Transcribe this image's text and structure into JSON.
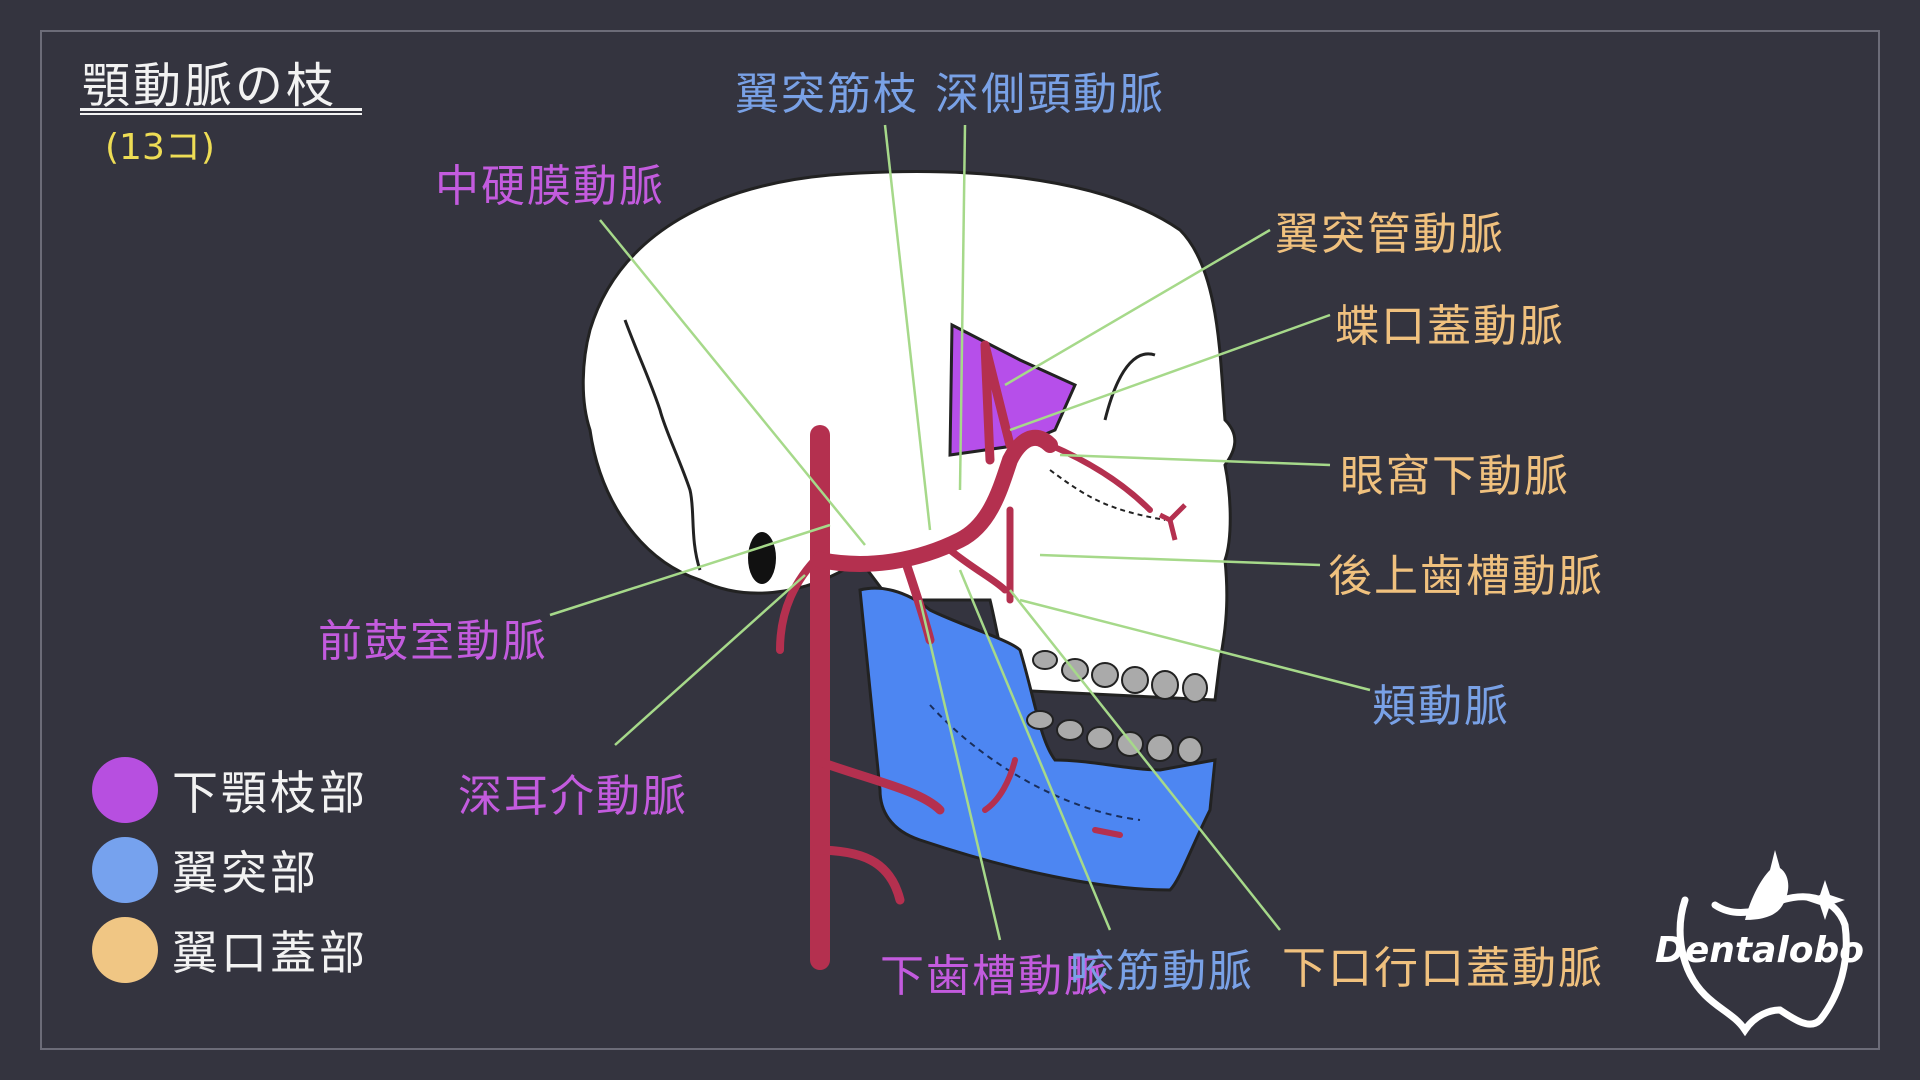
{
  "title": "顎動脈の枝",
  "count": "(13コ)",
  "labels": {
    "mmca": "中硬膜動脈",
    "pterygoid_branch": "翼突筋枝",
    "deep_temporal": "深側頭動脈",
    "pterygoid_canal": "翼突管動脈",
    "sphenopalatine": "蝶口蓋動脈",
    "infraorbital": "眼窩下動脈",
    "posterior_superior_alveolar": "後上歯槽動脈",
    "buccal": "頬動脈",
    "anterior_tympanic": "前鼓室動脈",
    "deep_auricular": "深耳介動脈",
    "inferior_alveolar": "下歯槽動脈",
    "masseteric": "咬筋動脈",
    "descending_palatine": "下口行口蓋動脈"
  },
  "legend": [
    {
      "label": "下顎枝部",
      "color": "#b74fe0"
    },
    {
      "label": "翼突部",
      "color": "#76a2ee"
    },
    {
      "label": "翼口蓋部",
      "color": "#f0c684"
    }
  ],
  "colors": {
    "background": "#34343f",
    "artery": "#b4304f",
    "mandible": "#4d86f2",
    "fossa": "#b64fea",
    "leader": "#a6d98a",
    "skull": "#ffffff"
  },
  "logo": {
    "text": "Dentalobo"
  }
}
